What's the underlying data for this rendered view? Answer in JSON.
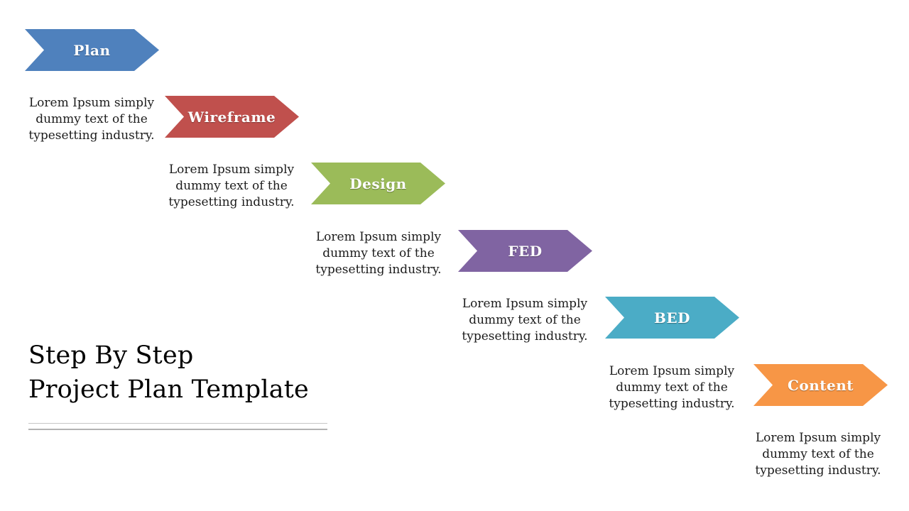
{
  "page": {
    "background_color": "#ffffff"
  },
  "title": {
    "line1": "Step By Step",
    "line2": "Project Plan Template"
  },
  "steps": [
    {
      "label": "Plan",
      "color": "#4F81BD",
      "caption_lines": [
        "Lorem Ipsum simply",
        "dummy text of the",
        "typesetting industry."
      ]
    },
    {
      "label": "Wireframe",
      "color": "#C0504D",
      "caption_lines": [
        "Lorem Ipsum simply",
        "dummy text of the",
        "typesetting industry."
      ]
    },
    {
      "label": "Design",
      "color": "#9BBB59",
      "caption_lines": [
        "Lorem Ipsum simply",
        "dummy text of the",
        "typesetting industry."
      ]
    },
    {
      "label": "FED",
      "color": "#8064A2",
      "caption_lines": [
        "Lorem Ipsum simply",
        "dummy text of the",
        "typesetting industry."
      ]
    },
    {
      "label": "BED",
      "color": "#4BACC6",
      "caption_lines": [
        "Lorem Ipsum simply",
        "dummy text of the",
        "typesetting industry."
      ]
    },
    {
      "label": "Content",
      "color": "#F79646",
      "caption_lines": [
        "Lorem Ipsum simply",
        "dummy text of the",
        "typesetting industry."
      ]
    }
  ]
}
